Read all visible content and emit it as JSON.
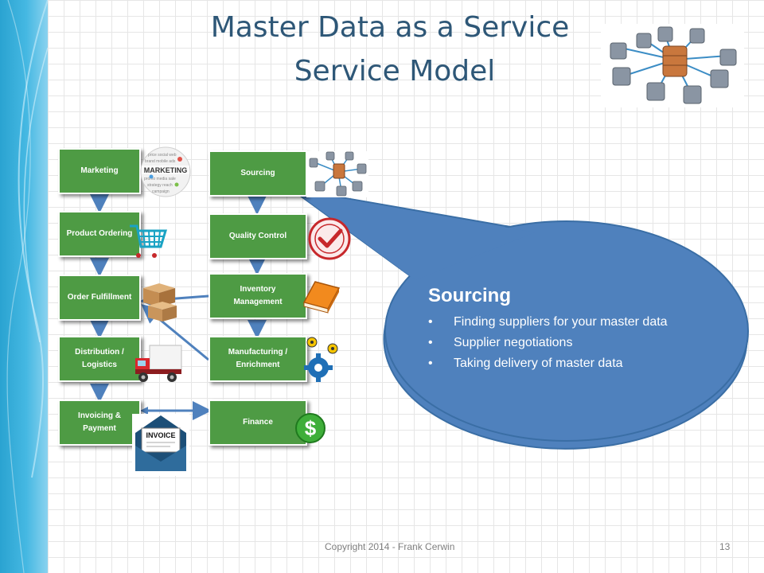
{
  "title_line1": "Master Data as a Service",
  "title_line2": "Service Model",
  "left_column": [
    "Marketing",
    "Product Ordering",
    "Order Fulfillment",
    "Distribution / Logistics",
    "Invoicing & Payment"
  ],
  "right_column": [
    "Sourcing",
    "Quality Control",
    "Inventory Management",
    "Manufacturing / Enrichment",
    "Finance"
  ],
  "callout": {
    "heading": "Sourcing",
    "bullets": [
      "Finding suppliers for your master data",
      "Supplier negotiations",
      "Taking delivery of master data"
    ]
  },
  "icons": {
    "marketing_sphere_text": "MARKETING",
    "invoice_text": "INVOICE",
    "finance_symbol": "$"
  },
  "footer": {
    "copyright": "Copyright 2014 - Frank Cerwin",
    "page_number": "13"
  },
  "colors": {
    "box_green": "#4e9b44",
    "callout_blue": "#4f81bd",
    "title": "#2e5777",
    "arrow": "#4f81bd"
  }
}
